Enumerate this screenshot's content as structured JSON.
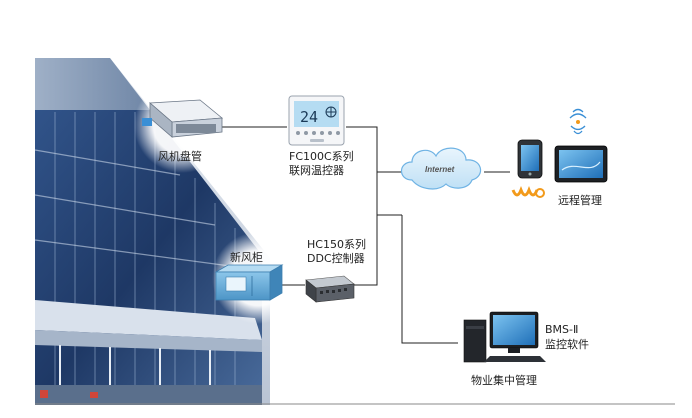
{
  "labels": {
    "fan_coil": "风机盘管",
    "fc100c_line1": "FC100C系列",
    "fc100c_line2": "联网温控器",
    "internet": "Internet",
    "remote": "远程管理",
    "fresh_air": "新风柜",
    "hc150_line1": "HC150系列",
    "hc150_line2": "DDC控制器",
    "bms_line1": "BMS-Ⅱ",
    "bms_line2": "监控软件",
    "property": "物业集中管理"
  },
  "thermostat": {
    "display": "24"
  },
  "colors": {
    "sky": "#cfd6e2",
    "building_glass": "#2b4a7a",
    "line": "#222222",
    "cloud": "#6fb3e4",
    "monitor_screen": "#3a92d8",
    "ahu_body": "#6aaed8",
    "carrier_logo": "#f29a1b"
  },
  "icons": {
    "fan_coil": "fan-coil-unit-icon",
    "thermostat": "thermostat-icon",
    "cloud": "cloud-icon",
    "phone": "smartphone-icon",
    "tablet": "tablet-icon",
    "wifi": "wireless-signal-icon",
    "ahu": "air-handling-unit-icon",
    "ddc": "ddc-controller-icon",
    "pc": "desktop-computer-icon",
    "carrier": "carrier-logo-icon"
  }
}
